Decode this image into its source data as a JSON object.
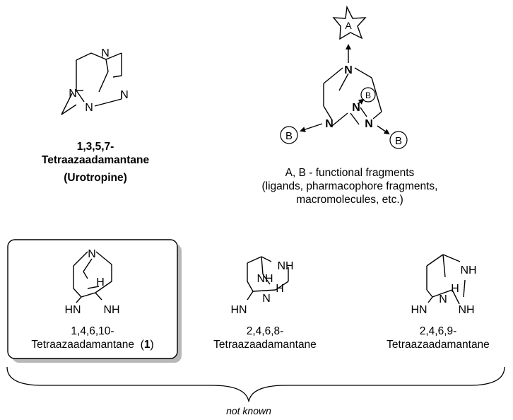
{
  "urotropine": {
    "atoms": {
      "n_top": "N",
      "n_left": "N",
      "n_right": "N",
      "n_bottom": "N"
    },
    "name_line1": "1,3,5,7-",
    "name_line2": "Tetraazaadamantane",
    "name_line3": "(Urotropine)"
  },
  "scaffold": {
    "star_label": "A",
    "b_label": "B",
    "atoms": {
      "n_top": "N",
      "n_center": "N",
      "n_left": "N",
      "n_right": "N"
    },
    "caption_line1": "A, B - functional fragments",
    "caption_line2": "(ligands, pharmacophore fragments,",
    "caption_line3": "macromolecules, etc.)"
  },
  "compound1": {
    "atoms": {
      "n_top": "N",
      "h": "H",
      "hn_left": "HN",
      "nh_right": "NH"
    },
    "name_line1": "1,4,6,10-",
    "name_line2": "Tetraazaadamantane",
    "paren_open": "(",
    "number": "1",
    "paren_close": ")"
  },
  "isomer_2468": {
    "atoms": {
      "nh_top": "NH",
      "nh_right": "NH",
      "h": "H",
      "n_center": "N",
      "hn_left": "HN"
    },
    "name_line1": "2,4,6,8-",
    "name_line2": "Tetraazaadamantane"
  },
  "isomer_2469": {
    "atoms": {
      "nh_top": "NH",
      "h": "H",
      "n_center": "N",
      "hn_left": "HN",
      "nh_right": "NH"
    },
    "name_line1": "2,4,6,9-",
    "name_line2": "Tetraazaadamantane"
  },
  "footer": {
    "label": "not known"
  }
}
